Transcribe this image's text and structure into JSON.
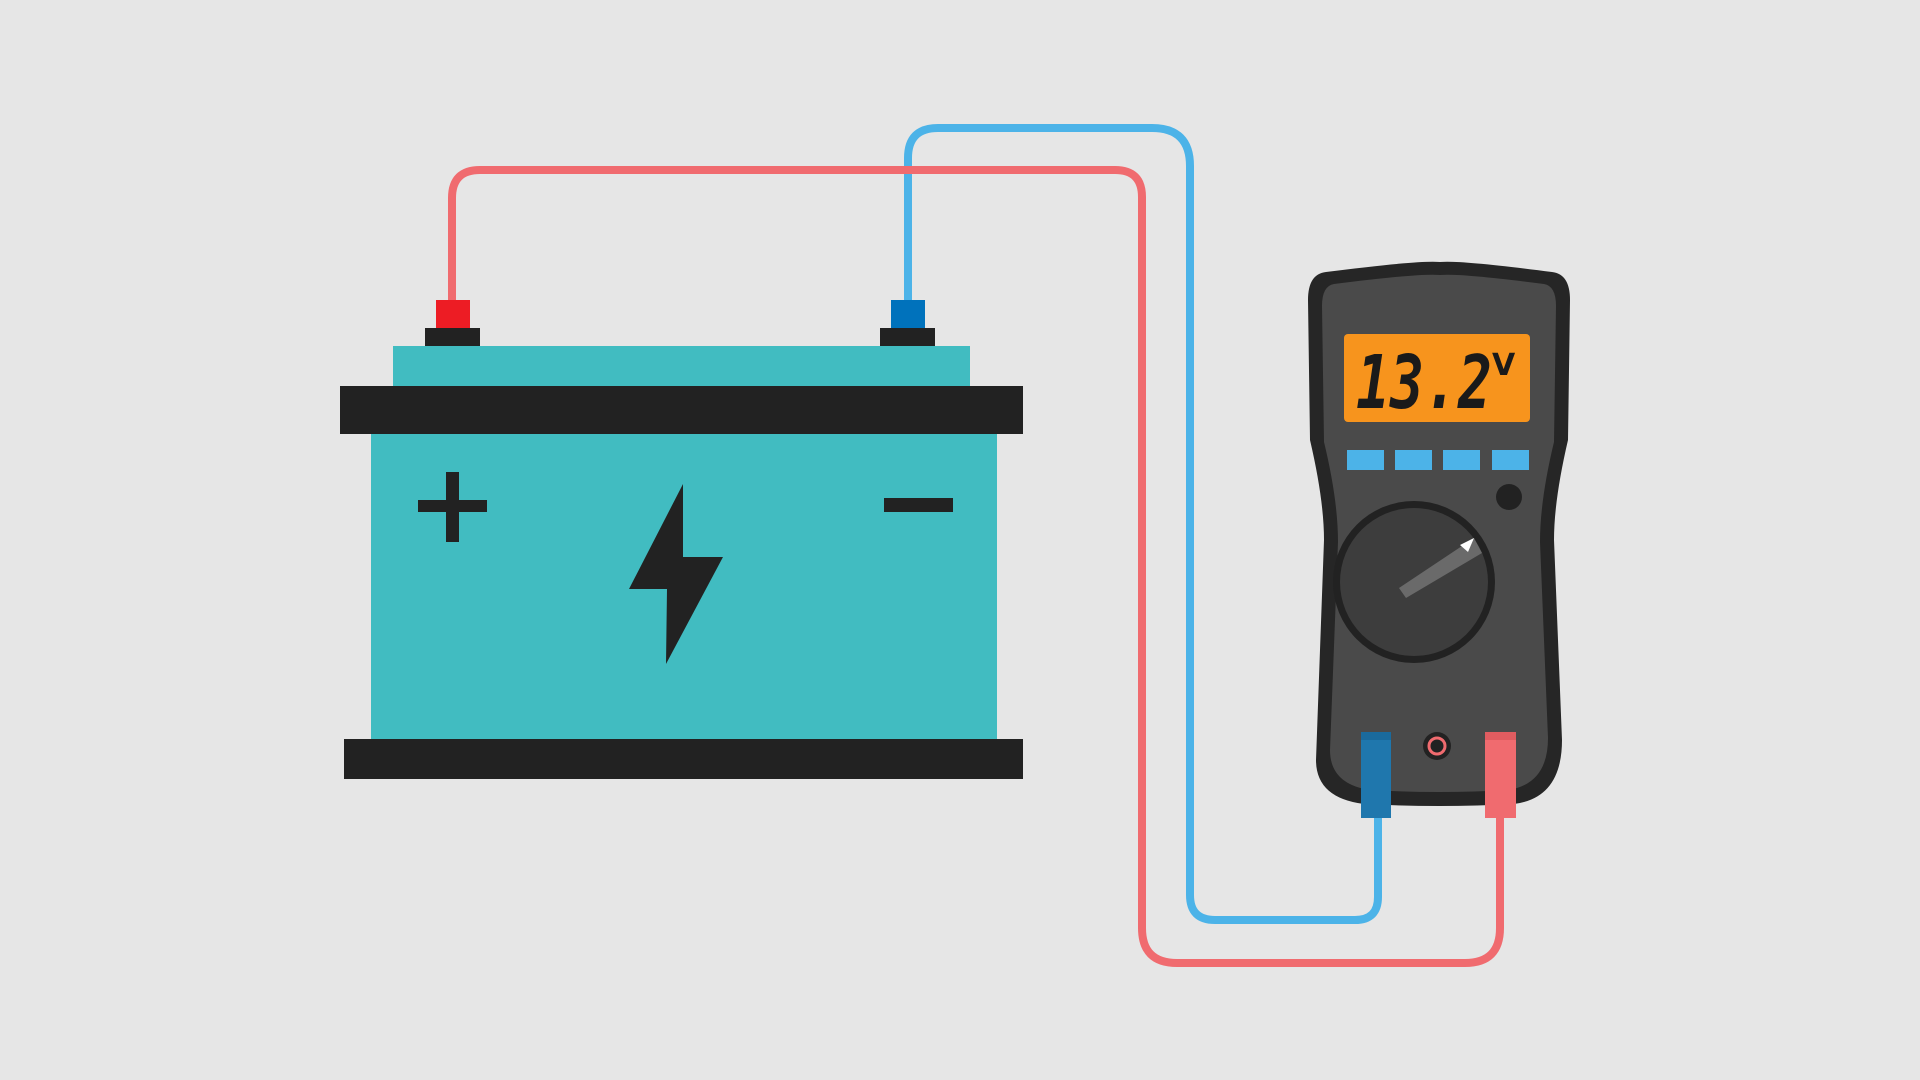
{
  "colors": {
    "background": "#e6e6e6",
    "battery_teal": "#41bcc1",
    "battery_dark": "#222222",
    "positive_terminal": "#ed1c24",
    "negative_terminal": "#0072bc",
    "red_wire": "#f06b6f",
    "blue_wire": "#4cb3e8",
    "meter_body": "#4a4a4a",
    "meter_outline": "#262626",
    "lcd_background": "#f7941d",
    "meter_buttons": "#4cb3e8",
    "probe_blue": "#1f77ad",
    "probe_red": "#f06b6f"
  },
  "icons": {
    "battery": "car-battery-icon",
    "positive_symbol": "plus-icon",
    "negative_symbol": "minus-icon",
    "lightning": "lightning-bolt-icon",
    "meter": "digital-multimeter-icon"
  },
  "battery": {
    "positive_sign": "+",
    "negative_sign": "−"
  },
  "multimeter": {
    "reading": "13.2",
    "unit": "V",
    "buttons_count": 4
  }
}
